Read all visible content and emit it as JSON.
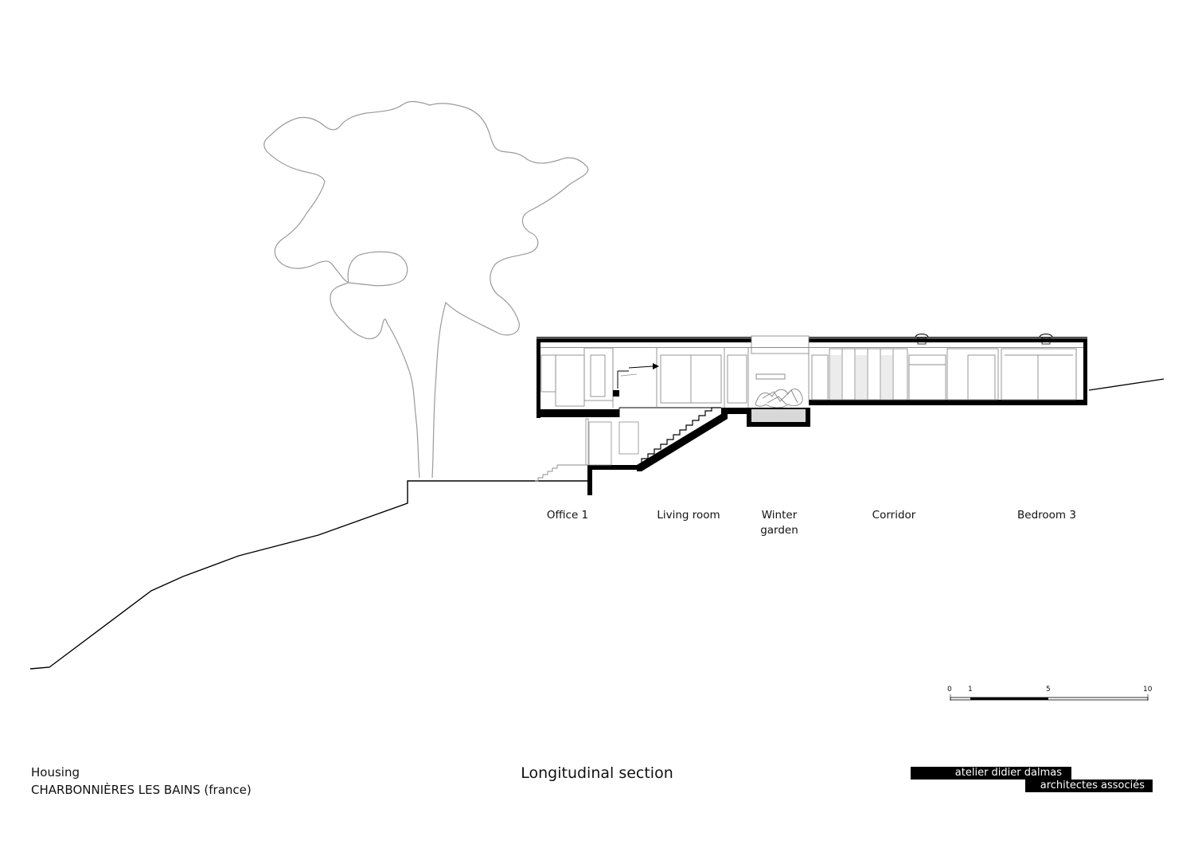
{
  "rooms": [
    {
      "key": "office",
      "label": "Office 1"
    },
    {
      "key": "living",
      "label": "Living room"
    },
    {
      "key": "winter",
      "label": "Winter\ngarden",
      "lines": [
        "Winter",
        "garden"
      ]
    },
    {
      "key": "corridor",
      "label": "Corridor"
    },
    {
      "key": "bedroom",
      "label": "Bedroom 3"
    }
  ],
  "scale_bar": {
    "ticks": [
      "0",
      "1",
      "5",
      "10"
    ]
  },
  "project": {
    "type": "Housing",
    "location": "CHARBONNIÈRES LES BAINS (france)"
  },
  "title": "Longitudinal section",
  "firm": {
    "line1": "atelier didier dalmas",
    "line2": "architectes associés"
  },
  "colors": {
    "ink": "#000000",
    "tree": "#9a9a9a",
    "light_line": "#8c8c8c"
  }
}
